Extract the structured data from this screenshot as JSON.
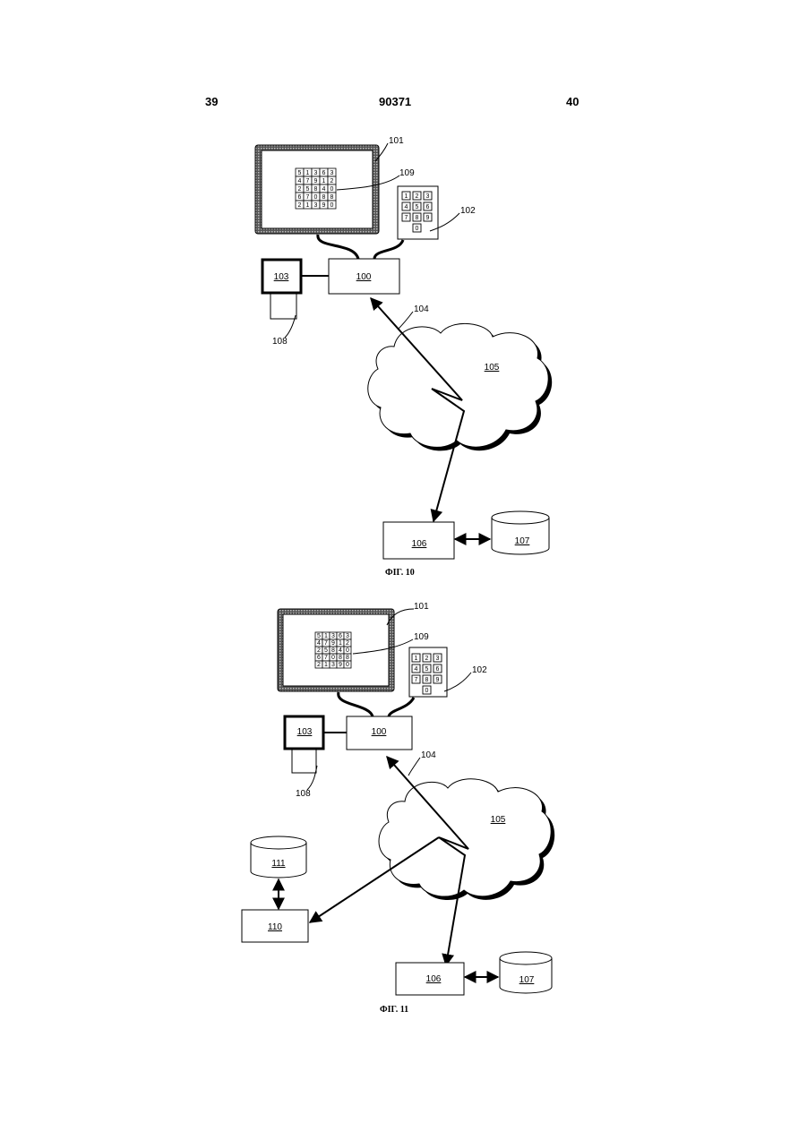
{
  "header": {
    "page_left": "39",
    "doc_number": "90371",
    "page_right": "40"
  },
  "grid_rows": [
    [
      "5",
      "1",
      "3",
      "6",
      "3"
    ],
    [
      "4",
      "7",
      "9",
      "1",
      "2"
    ],
    [
      "2",
      "5",
      "8",
      "4",
      "0"
    ],
    [
      "6",
      "7",
      "0",
      "8",
      "8"
    ],
    [
      "2",
      "1",
      "3",
      "9",
      "0"
    ]
  ],
  "keypad_keys": [
    "1",
    "2",
    "3",
    "4",
    "5",
    "6",
    "7",
    "8",
    "9",
    "0"
  ],
  "fig10": {
    "caption": "ФІГ. 10",
    "labels": {
      "display": "101",
      "grid": "109",
      "keypad": "102",
      "reader": "103",
      "card": "108",
      "terminal": "100",
      "link": "104",
      "network": "105",
      "server": "106",
      "database": "107"
    }
  },
  "fig11": {
    "caption": "ФІГ. 11",
    "labels": {
      "display": "101",
      "grid": "109",
      "keypad": "102",
      "reader": "103",
      "card": "108",
      "terminal": "100",
      "link": "104",
      "network": "105",
      "server": "106",
      "database": "107",
      "server2": "110",
      "database2": "111"
    }
  }
}
